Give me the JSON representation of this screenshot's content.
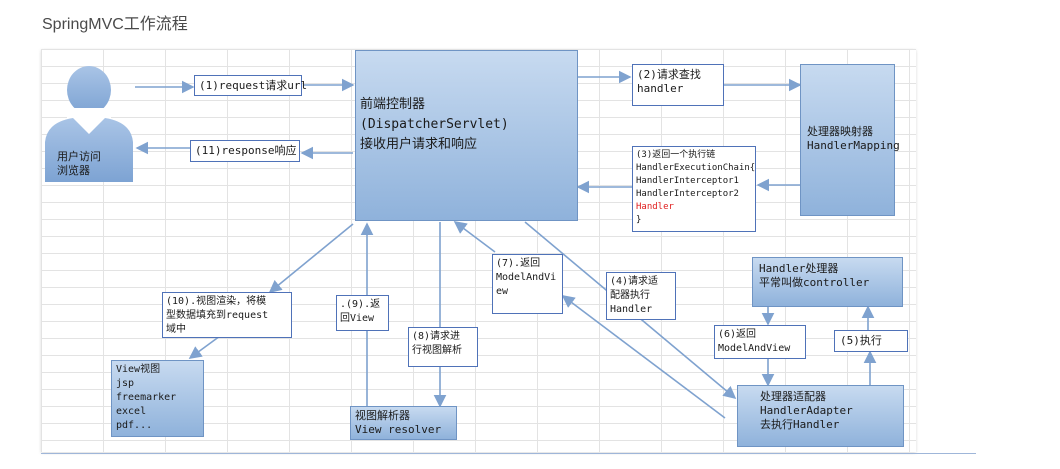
{
  "page_title": "SpringMVC工作流程",
  "colors": {
    "box_blue_top": "#c7daf0",
    "box_blue_bottom": "#8fb2db",
    "box_border": "#6f94c4",
    "label_border": "#4f72b8",
    "arrow": "#7fa2cf",
    "highlight": "#e02020"
  },
  "user": {
    "icon": "user-silhouette-icon",
    "lines": [
      "用户访问",
      "浏览器"
    ]
  },
  "nodes": {
    "dispatcher": {
      "lines": [
        "前端控制器",
        "(DispatcherServlet)",
        "接收用户请求和响应"
      ]
    },
    "handler_mapping": {
      "lines": [
        "处理器映射器",
        "HandlerMapping"
      ]
    },
    "handler": {
      "lines": [
        "Handler处理器",
        "平常叫做controller"
      ]
    },
    "handler_adapter": {
      "lines": [
        "处理器适配器",
        "HandlerAdapter",
        "去执行Handler"
      ]
    },
    "view_resolver": {
      "lines": [
        "视图解析器",
        "View resolver"
      ]
    },
    "view": {
      "lines": [
        "View视图",
        "jsp",
        "freemarker",
        "excel",
        "pdf..."
      ]
    }
  },
  "steps": {
    "s1": {
      "lines": [
        "(1)request请求url"
      ]
    },
    "s2": {
      "lines": [
        "(2)请求查找",
        "handler"
      ]
    },
    "s3": {
      "lines": [
        "(3)返回一个执行链",
        "HandlerExecutionChain{",
        " HandlerInterceptor1",
        " HandlerInterceptor2",
        " Handler",
        "}"
      ]
    },
    "s4": {
      "lines": [
        "(4)请求适",
        "配器执行",
        "Handler"
      ]
    },
    "s5": {
      "lines": [
        "(5)执行"
      ]
    },
    "s6": {
      "lines": [
        "(6)返回",
        "ModelAndView"
      ]
    },
    "s7": {
      "lines": [
        "(7).返回",
        "ModelAndVi",
        "ew"
      ]
    },
    "s8": {
      "lines": [
        "(8)请求进",
        "行视图解析"
      ]
    },
    "s9": {
      "lines": [
        ".(9).返",
        "回View"
      ]
    },
    "s10": {
      "lines": [
        "(10).视图渲染，将模",
        "型数据填充到request",
        "域中"
      ]
    },
    "s11": {
      "lines": [
        "(11)response响应"
      ]
    }
  }
}
